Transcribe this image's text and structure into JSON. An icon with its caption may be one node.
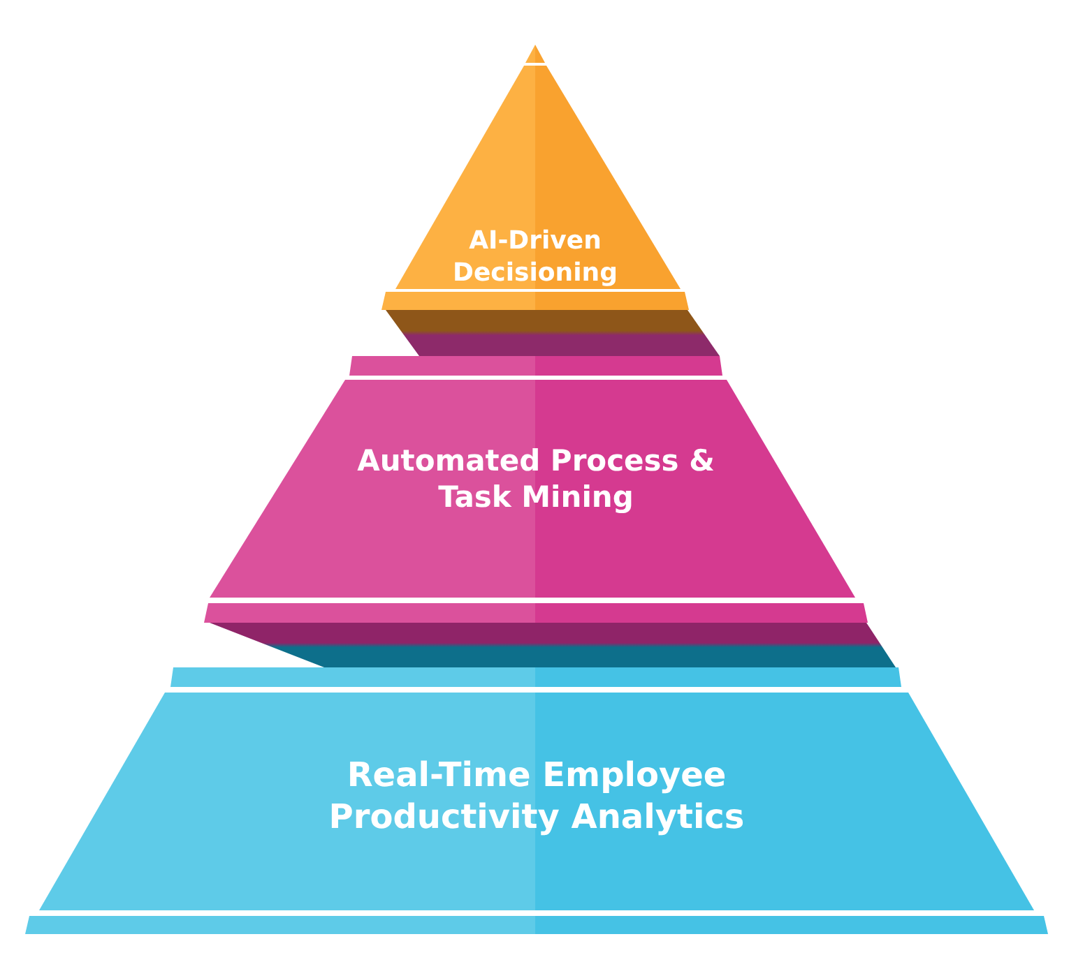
{
  "diagram": {
    "nodes": [
      {
        "text": [
          "AI-Driven Decisioning"
        ]
      },
      {
        "text": [
          "Automated Process & Task Mining"
        ]
      },
      {
        "text": [
          "Real-Time Employee Productivity Analytics"
        ]
      }
    ]
  }
}
